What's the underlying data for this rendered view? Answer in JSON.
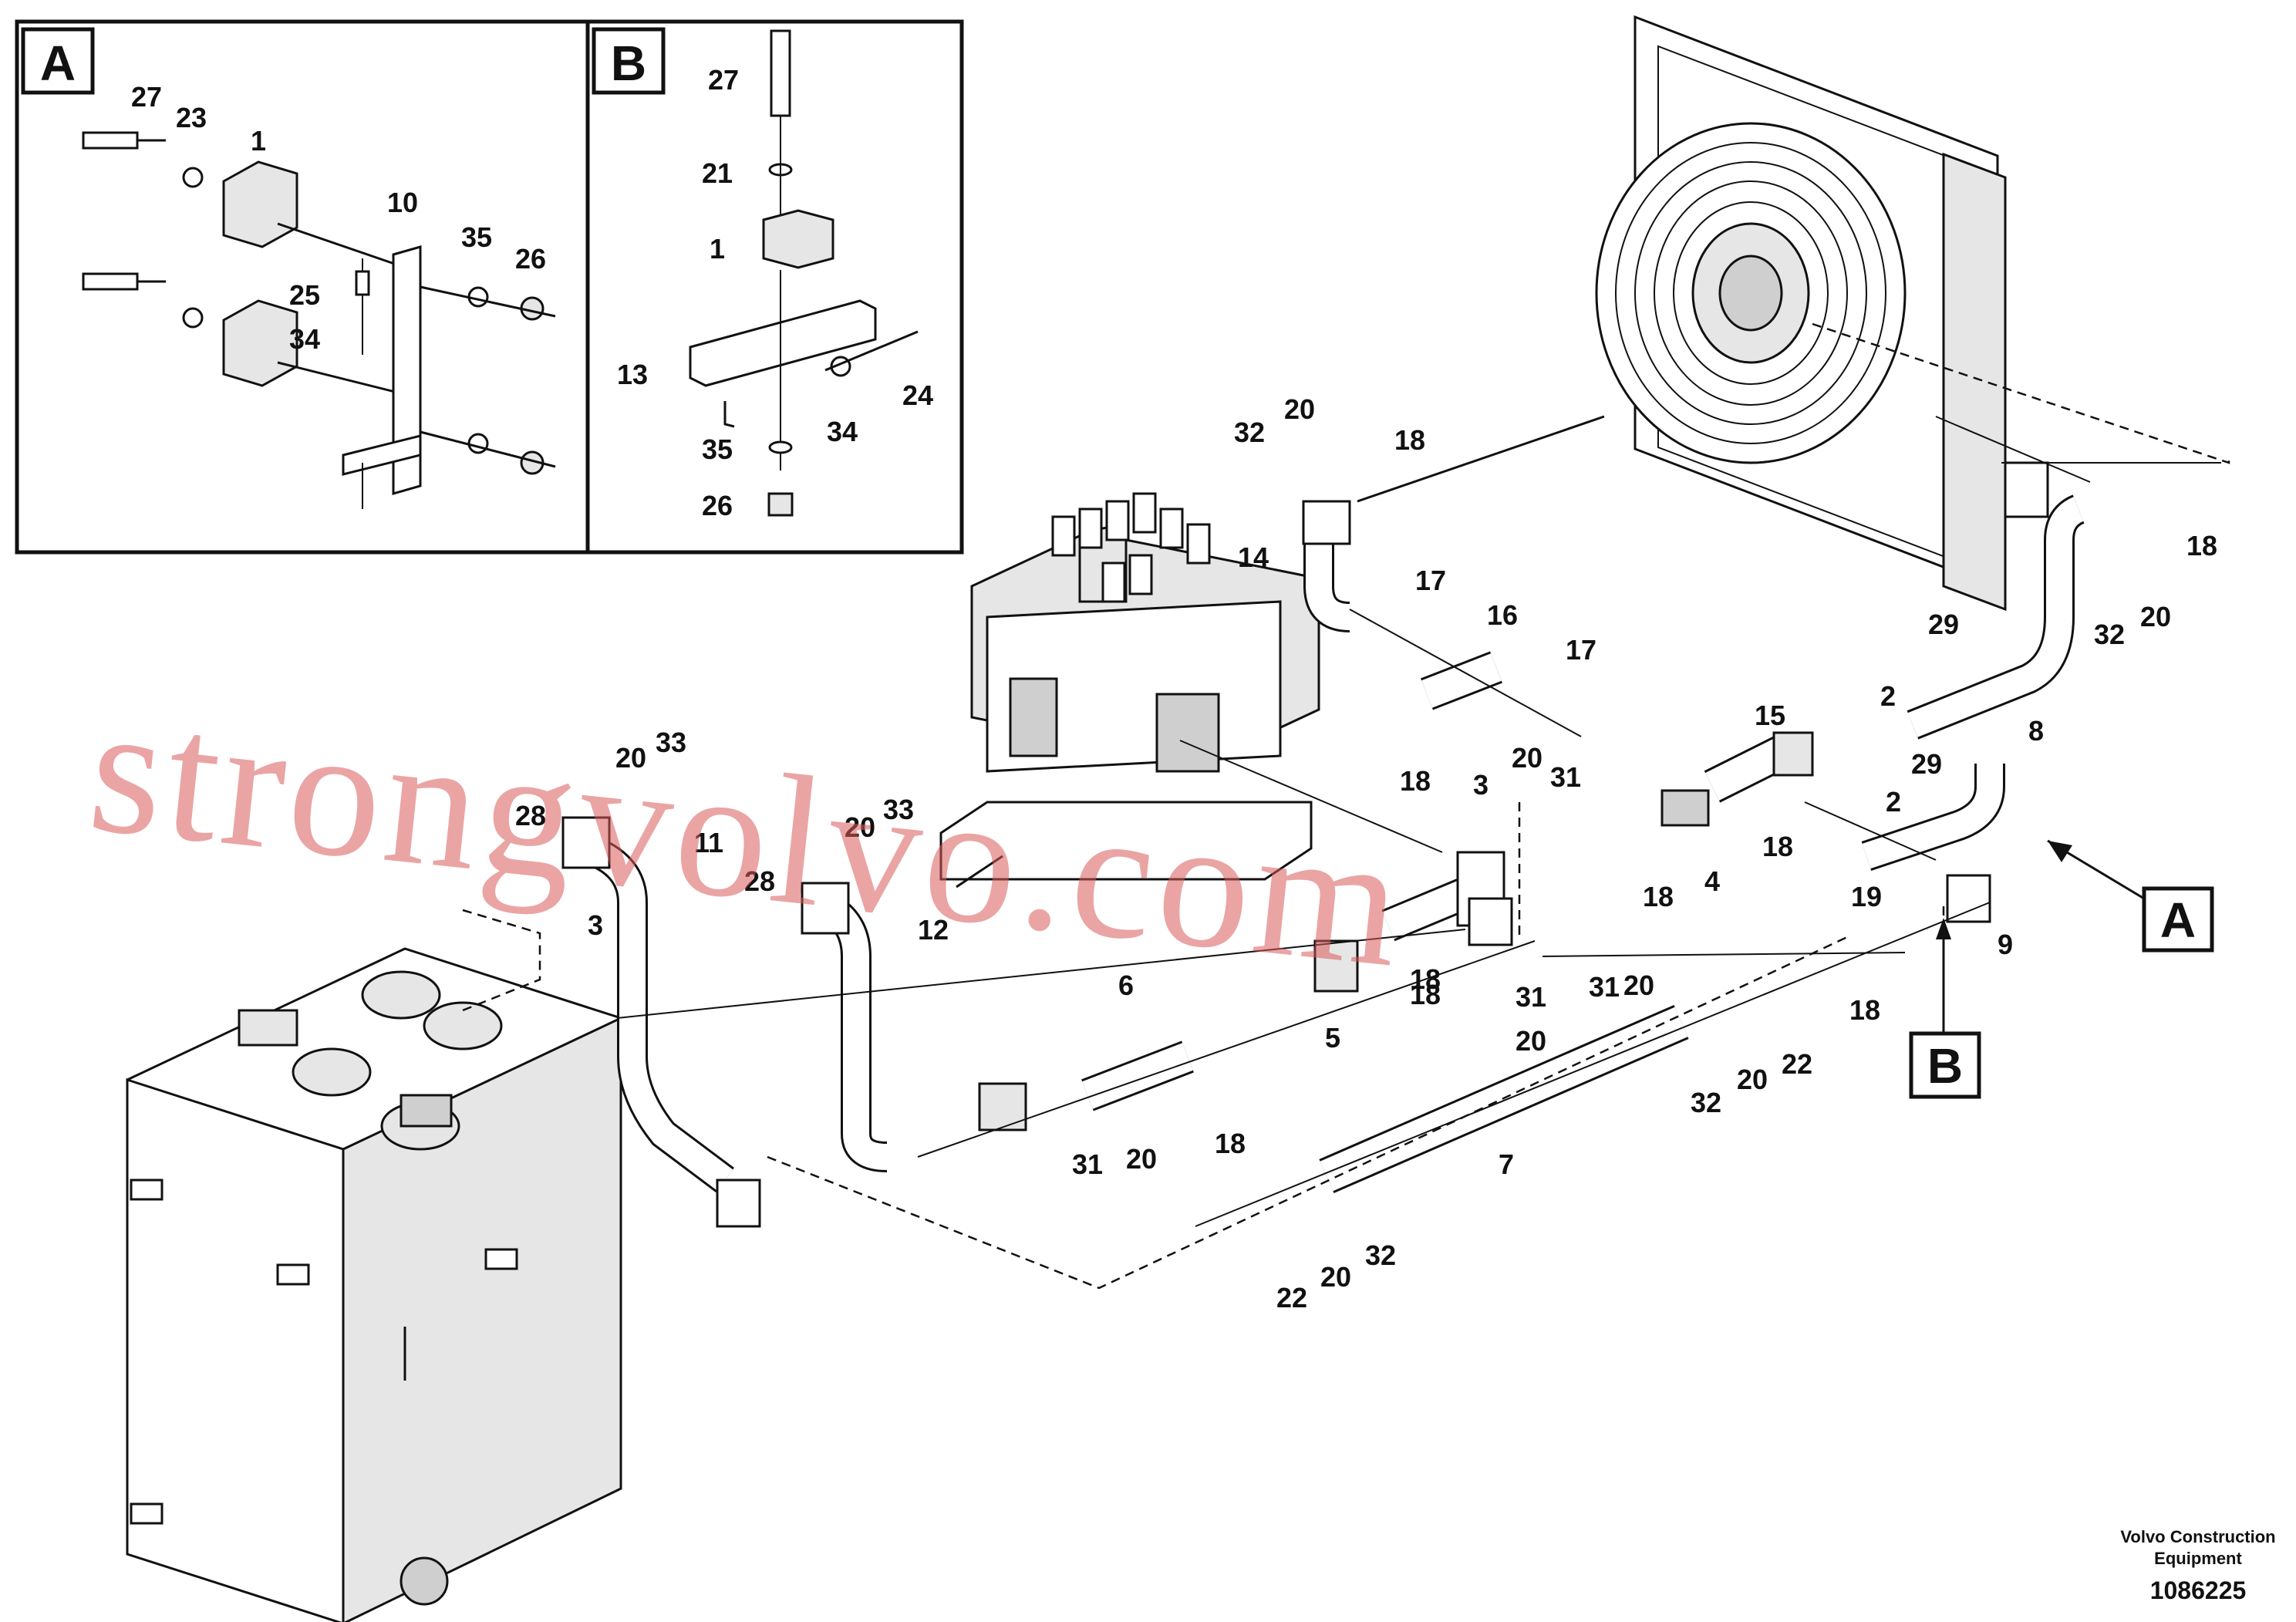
{
  "inset_a": {
    "letter": "A",
    "callouts": [
      "27",
      "23",
      "1",
      "10",
      "35",
      "26",
      "25",
      "34"
    ]
  },
  "inset_b": {
    "letter": "B",
    "callouts": [
      "27",
      "21",
      "1",
      "13",
      "24",
      "34",
      "35",
      "26"
    ]
  },
  "main_callouts": [
    "32",
    "20",
    "18",
    "14",
    "17",
    "16",
    "17",
    "2",
    "15",
    "29",
    "8",
    "32",
    "20",
    "18",
    "20",
    "33",
    "28",
    "11",
    "3",
    "28",
    "12",
    "20",
    "33",
    "18",
    "3",
    "20",
    "31",
    "18",
    "4",
    "18",
    "19",
    "29",
    "9",
    "2",
    "6",
    "18",
    "5",
    "18",
    "31",
    "20",
    "31",
    "20",
    "18",
    "22",
    "20",
    "32",
    "7",
    "18",
    "31",
    "20",
    "22",
    "20",
    "32"
  ],
  "view_markers": {
    "a": "A",
    "b": "B"
  },
  "watermark": "strongvolvo.com",
  "footer": {
    "brand_line1": "Volvo Construction",
    "brand_line2": "Equipment",
    "part_number": "1086225"
  }
}
